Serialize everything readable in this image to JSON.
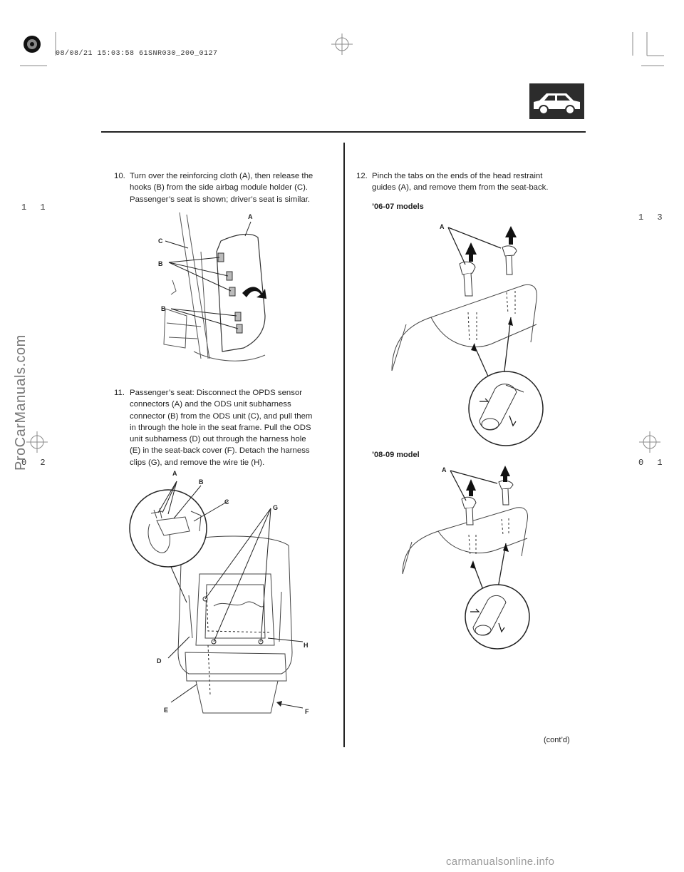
{
  "header": {
    "stamp": "08/08/21 15:03:58 61SNR030_200_0127",
    "icon": "car-silhouette-icon"
  },
  "margins": {
    "left_top": "1 1",
    "left_bottom": "0 2",
    "right_top": "1 3",
    "right_bottom": "0 1"
  },
  "watermark_side": "ProCarManuals.com",
  "steps": [
    {
      "num": "10.",
      "line1": "Turn over the reinforcing cloth (A), then release the",
      "line2": "hooks (B) from the side airbag module holder (C).",
      "line3": "Passenger’s seat is shown; driver’s seat is similar."
    },
    {
      "num": "11.",
      "line1": "Passenger’s seat: Disconnect the OPDS sensor",
      "line2": "connectors (A) and the ODS unit subharness",
      "line3": "connector (B) from the ODS unit (C), and pull them",
      "line4": "in through the hole in the seat frame. Pull the ODS",
      "line5": "unit subharness (D) out through the harness hole",
      "line6": "(E) in the seat-back cover (F). Detach the harness",
      "line7": "clips (G), and remove the wire tie (H)."
    },
    {
      "num": "12.",
      "line1": "Pinch the tabs on the ends of the head restraint",
      "line2": "guides (A), and remove them from the seat-back."
    }
  ],
  "subheads": {
    "models_0607": "’06-07 models",
    "model_0809": "’08-09 model"
  },
  "fig1_labels": {
    "a": "A",
    "b1": "B",
    "b2": "B",
    "c": "C"
  },
  "fig2_labels": {
    "a": "A",
    "b": "B",
    "c": "C",
    "d": "D",
    "e": "E",
    "f": "F",
    "g": "G",
    "h": "H"
  },
  "fig3_labels": {
    "a": "A"
  },
  "fig4_labels": {
    "a": "A"
  },
  "contd": "(cont’d)",
  "footer_watermark": "carmanualsonline.info"
}
